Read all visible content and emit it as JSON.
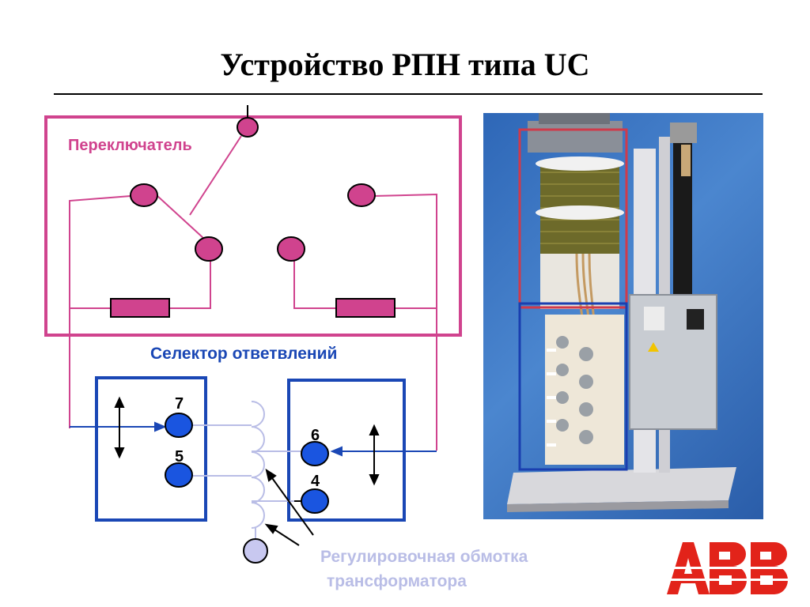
{
  "title": "Устройство РПН типа UC",
  "labels": {
    "switch": "Переключатель",
    "tap_selector": "Селектор ответвлений",
    "regulating_winding_line1": "Регулировочная обмотка",
    "regulating_winding_line2": "трансформатора"
  },
  "tap_numbers": {
    "t7": "7",
    "t5": "5",
    "t6": "6",
    "t4": "4"
  },
  "logo_text": "ABB",
  "colors": {
    "switch": "#d0438e",
    "selector": "#1a47b5",
    "winding": "#b9bde6",
    "logo": "#e2231a"
  }
}
